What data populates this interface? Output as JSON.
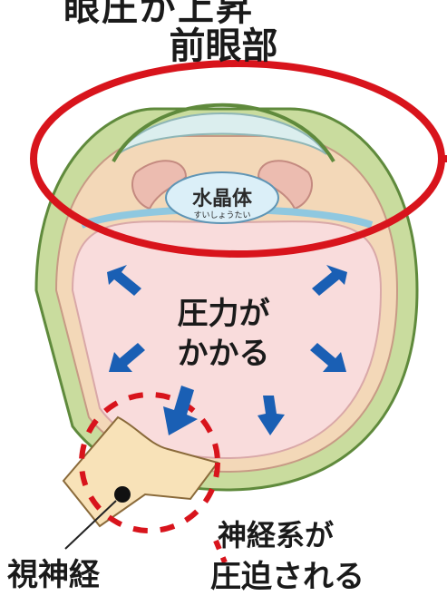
{
  "colors": {
    "highlight_ring": "#d8141c",
    "arrow": "#1a5fb4",
    "sclera": "#c9dc9e",
    "choroid": "#f3d8b8",
    "interior": "#f9dcdc",
    "cornea": "#dbeeee",
    "lens": "#dbeff8",
    "ciliary": "#ecbcb0",
    "nerve": "#f8e2b8"
  },
  "labels": {
    "top_cut": "眼圧が上昇",
    "anterior_segment": "前眼部",
    "lens": "水晶体",
    "lens_reading": "すいしょうたい",
    "pressure_line1": "圧力が",
    "pressure_line2": "かかる",
    "nerve_line1": "神経系が",
    "nerve_line2": "圧迫される",
    "optic_nerve": "視神経"
  },
  "icons": [
    "pressure-arrow-icon",
    "nerve-dot-icon"
  ]
}
